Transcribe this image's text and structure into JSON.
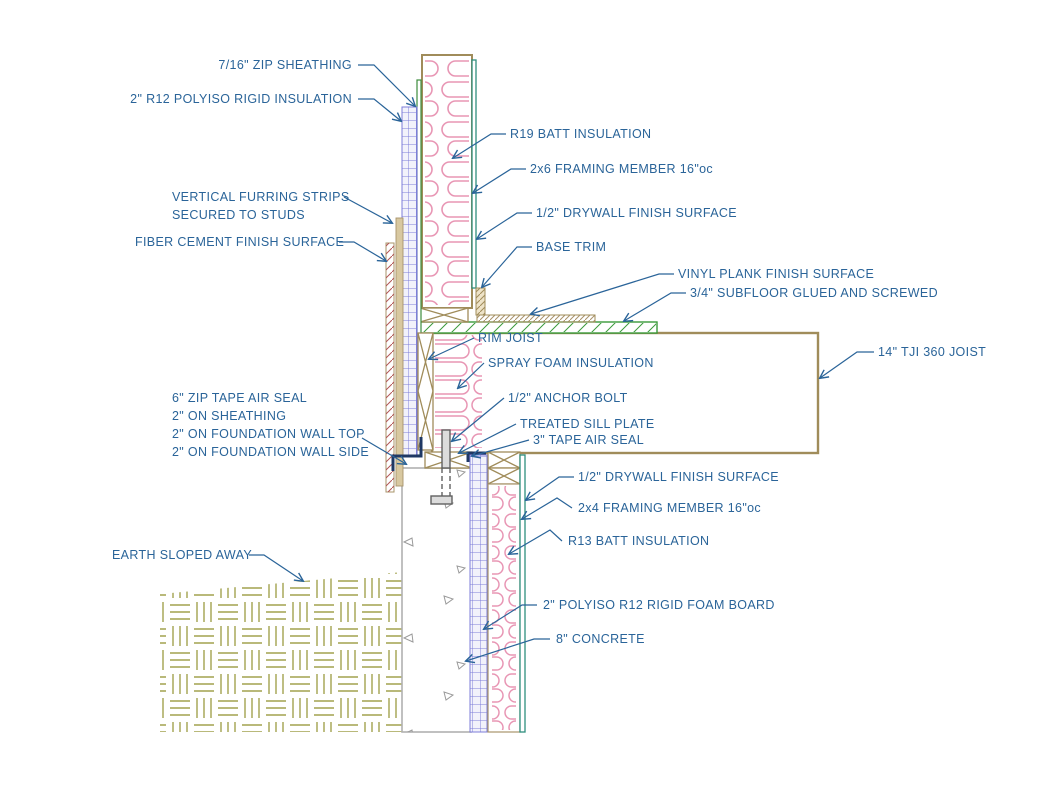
{
  "drawing": {
    "title_hint": "wall section construction detail",
    "labels": {
      "zip_sheathing": "7/16\" ZIP SHEATHING",
      "polyiso_rigid": "2\" R12 POLYISO RIGID INSULATION",
      "furring_line1": "VERTICAL FURRING STRIPS",
      "furring_line2": "SECURED TO STUDS",
      "fiber_cement": "FIBER CEMENT FINISH SURFACE",
      "r19_batt": "R19 BATT INSULATION",
      "framing_2x6": "2x6 FRAMING MEMBER 16\"oc",
      "drywall_upper": "1/2\" DRYWALL FINISH SURFACE",
      "base_trim": "BASE TRIM",
      "vinyl_plank": "VINYL PLANK FINISH SURFACE",
      "subfloor": "3/4\" SUBFLOOR GLUED AND SCREWED",
      "rim_joist": "RIM JOIST",
      "spray_foam": "SPRAY FOAM INSULATION",
      "anchor_bolt": "1/2\" ANCHOR BOLT",
      "sill_plate": "TREATED SILL PLATE",
      "tape_3in": "3\" TAPE AIR SEAL",
      "tji_joist": "14\" TJI 360 JOIST",
      "zip_tape_line1": "6\" ZIP TAPE AIR SEAL",
      "zip_tape_line2": "2\" ON SHEATHING",
      "zip_tape_line3": "2\" ON FOUNDATION WALL TOP",
      "zip_tape_line4": "2\" ON FOUNDATION WALL SIDE",
      "drywall_lower": "1/2\" DRYWALL FINISH SURFACE",
      "framing_2x4": "2x4 FRAMING MEMBER 16\"oc",
      "r13_batt": "R13 BATT INSULATION",
      "earth": "EARTH SLOPED AWAY",
      "polyiso_board": "2\" POLYISO R12 RIGID FOAM BOARD",
      "concrete": "8\" CONCRETE"
    },
    "colors": {
      "label_text": "#2a6499",
      "wood_tan": "#a08c5a",
      "furring_fill": "#d8c8a0",
      "batt_pink": "#e896b4",
      "polyiso_blue": "#7d7dd8",
      "zip_green": "#3c8c3c",
      "drywall_teal": "#2e8e7e",
      "subfloor_green": "#3a9a3a",
      "fiber_cement_hatch": "#b25555",
      "earth_olive": "#a2a24e",
      "concrete_gray": "#b0b0b0",
      "tape_navy": "#1f3864",
      "bolt_gray": "#606060"
    }
  }
}
